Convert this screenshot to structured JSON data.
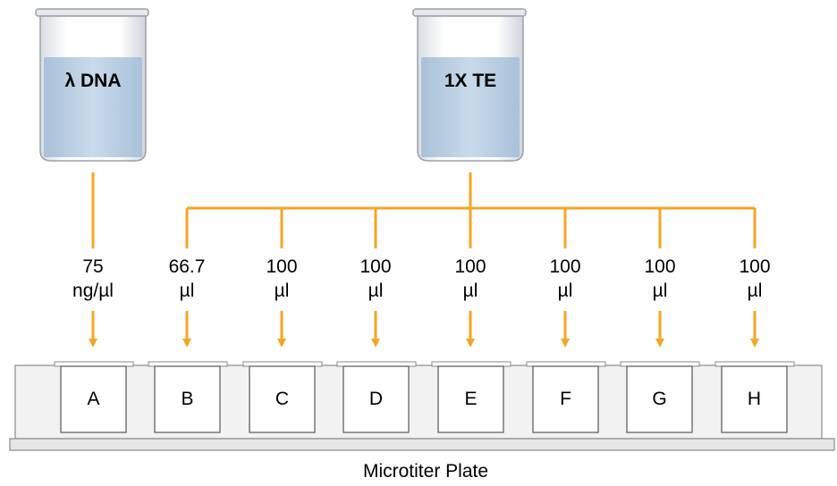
{
  "containers": {
    "left": {
      "label": "λ DNA",
      "liquid_color": "#b9cfe3"
    },
    "right": {
      "label": "1X TE",
      "liquid_color": "#c4d6e8"
    }
  },
  "volumes": [
    {
      "line1": "75",
      "line2": "ng/µl"
    },
    {
      "line1": "66.7",
      "line2": "µl"
    },
    {
      "line1": "100",
      "line2": "µl"
    },
    {
      "line1": "100",
      "line2": "µl"
    },
    {
      "line1": "100",
      "line2": "µl"
    },
    {
      "line1": "100",
      "line2": "µl"
    },
    {
      "line1": "100",
      "line2": "µl"
    },
    {
      "line1": "100",
      "line2": "µl"
    }
  ],
  "wells": [
    "A",
    "B",
    "C",
    "D",
    "E",
    "F",
    "G",
    "H"
  ],
  "plate_label": "Microtiter Plate",
  "colors": {
    "arrow": "#f5a623",
    "plate_fill": "#f2f2f2",
    "outline": "#8a8a8a"
  }
}
